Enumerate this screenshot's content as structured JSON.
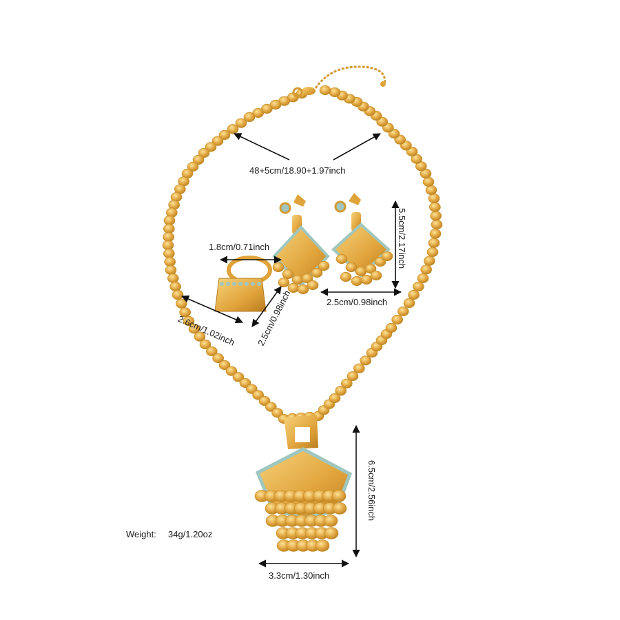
{
  "product": {
    "necklace_length": "48+5cm/18.90+1.97inch",
    "ring_top_width": "1.8cm/0.71inch",
    "ring_length": "2.6cm/1.02inch",
    "ring_height": "2.5cm/0.98inch",
    "earring_length": "5.5cm/2.17inch",
    "earring_width": "2.5cm/0.98inch",
    "pendant_length": "6.5cm/2.56inch",
    "pendant_width": "3.3cm/1.30inch",
    "weight_label": "Weight:",
    "weight_value": "34g/1.20oz"
  },
  "colors": {
    "gold": "#e0a33a",
    "gold_light": "#f3cf72",
    "gold_dark": "#b57a1f",
    "turquoise": "#9fc7c0",
    "background": "#ffffff"
  }
}
